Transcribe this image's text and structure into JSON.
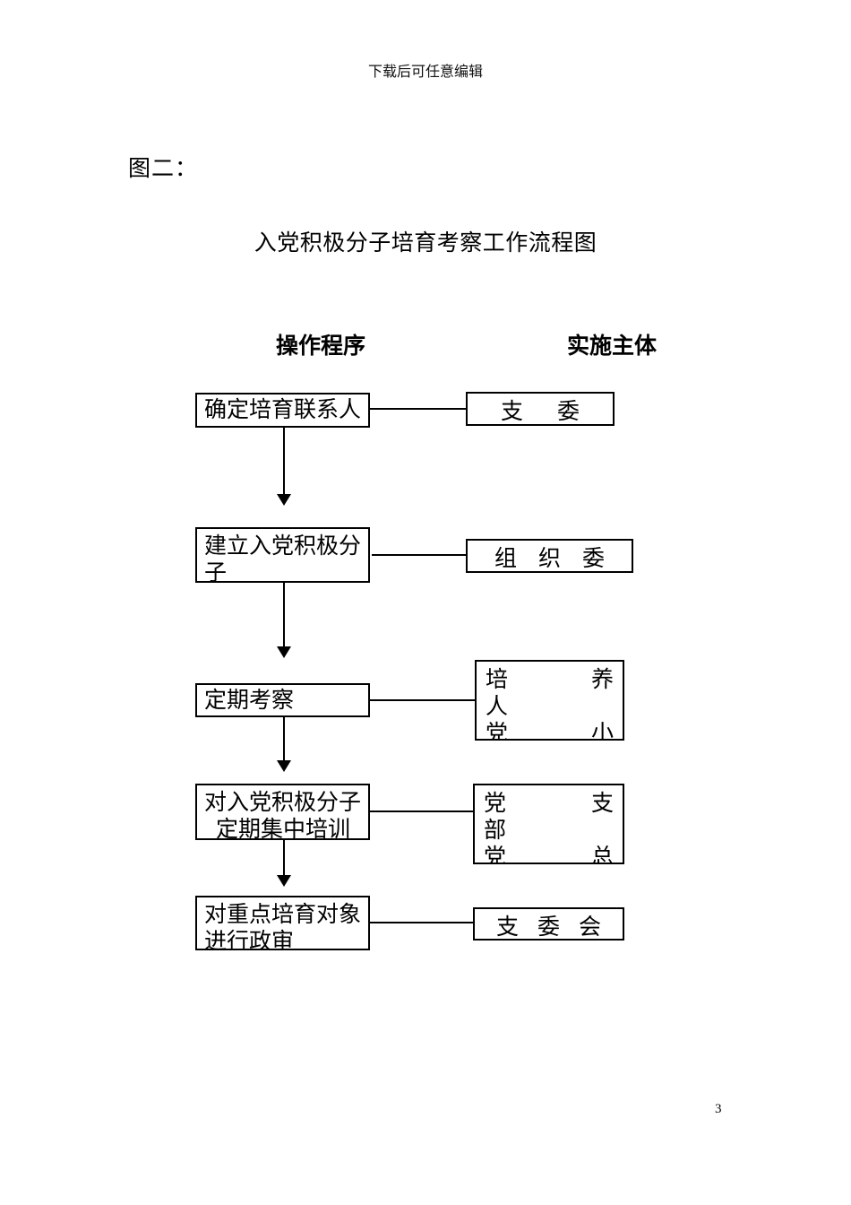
{
  "page": {
    "header_note": "下载后可任意编辑",
    "figure_label": "图二：",
    "title": "入党积极分子培育考察工作流程图",
    "page_number": "3"
  },
  "columns": {
    "procedure_header": "操作程序",
    "implementer_header": "实施主体"
  },
  "flowchart": {
    "steps": [
      {
        "lines": [
          "确定培育联系人"
        ]
      },
      {
        "lines": [
          "建立入党积极分",
          "子"
        ]
      },
      {
        "lines": [
          "定期考察"
        ]
      },
      {
        "lines": [
          "对入党积极分子",
          "定期集中培训"
        ]
      },
      {
        "lines": [
          "对重点培育对象",
          "进行政审"
        ]
      }
    ],
    "actors": [
      {
        "lines": [
          "支委"
        ]
      },
      {
        "lines": [
          "组织委"
        ]
      },
      {
        "lines": [
          "培养",
          "人",
          "党小"
        ]
      },
      {
        "lines": [
          "党支",
          "部",
          "党总"
        ]
      },
      {
        "lines": [
          "支委会"
        ]
      }
    ]
  },
  "colors": {
    "text": "#000000",
    "line": "#000000",
    "background": "#ffffff"
  }
}
